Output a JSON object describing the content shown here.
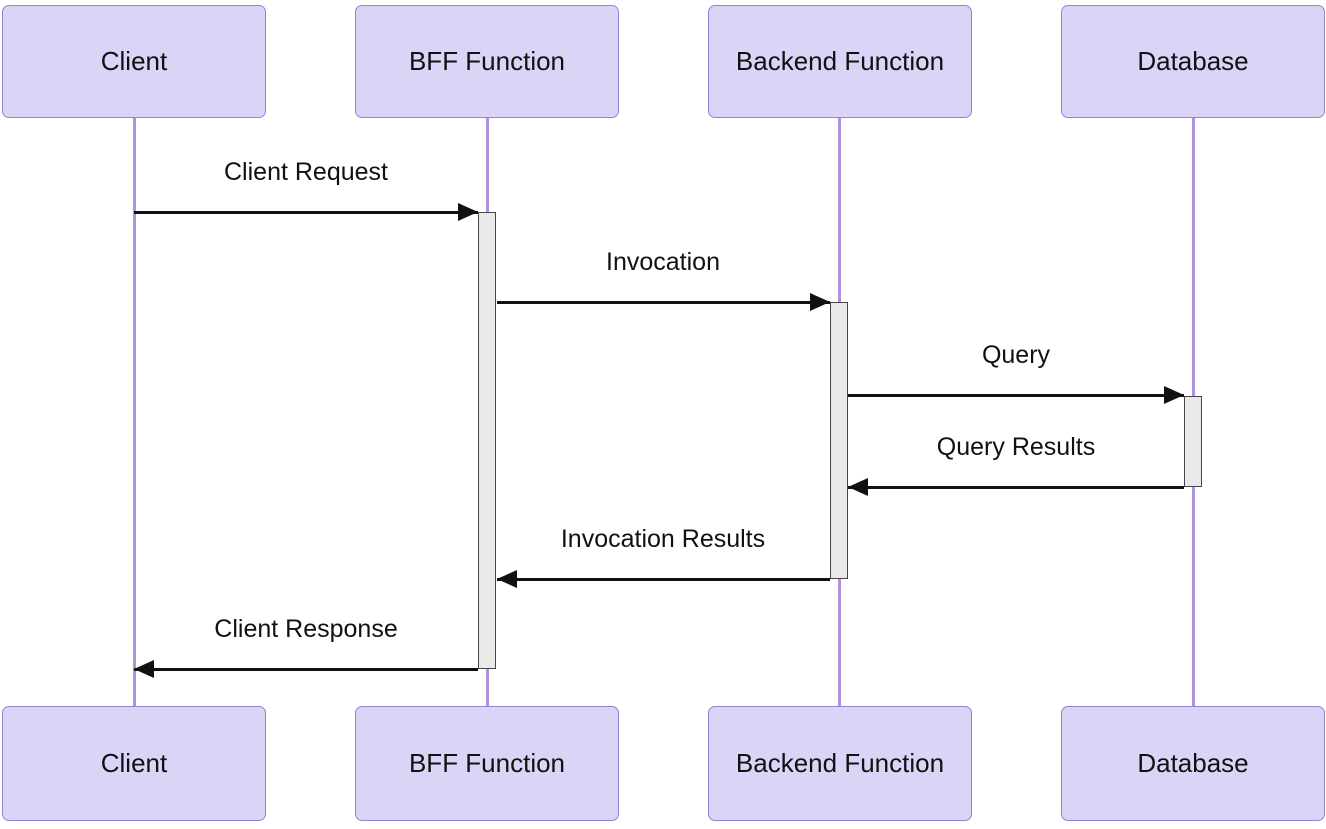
{
  "diagram": {
    "kind": "sequence-diagram",
    "participants": [
      {
        "id": "client",
        "name": "Client"
      },
      {
        "id": "bff",
        "name": "BFF Function"
      },
      {
        "id": "backend",
        "name": "Backend Function"
      },
      {
        "id": "database",
        "name": "Database"
      }
    ],
    "messages": [
      {
        "label": "Client Request",
        "from": "Client",
        "to": "BFF Function",
        "direction": "right"
      },
      {
        "label": "Invocation",
        "from": "BFF Function",
        "to": "Backend Function",
        "direction": "right"
      },
      {
        "label": "Query",
        "from": "Backend Function",
        "to": "Database",
        "direction": "right"
      },
      {
        "label": "Query Results",
        "from": "Database",
        "to": "Backend Function",
        "direction": "left"
      },
      {
        "label": "Invocation Results",
        "from": "Backend Function",
        "to": "BFF Function",
        "direction": "left"
      },
      {
        "label": "Client Response",
        "from": "BFF Function",
        "to": "Client",
        "direction": "left"
      }
    ],
    "activations": [
      {
        "participant": "BFF Function",
        "starts_at": "Client Request",
        "ends_at": "Client Response"
      },
      {
        "participant": "Backend Function",
        "starts_at": "Invocation",
        "ends_at": "Invocation Results"
      },
      {
        "participant": "Database",
        "starts_at": "Query",
        "ends_at": "Query Results"
      }
    ],
    "colors": {
      "participant_fill": "#DAD4F7",
      "participant_border": "#9A7FD9",
      "lifeline": "#B093DE",
      "activation_fill": "#E9E9E9",
      "activation_border": "#474747",
      "arrow": "#111111",
      "text": "#111111",
      "background": "#FFFFFF"
    }
  }
}
